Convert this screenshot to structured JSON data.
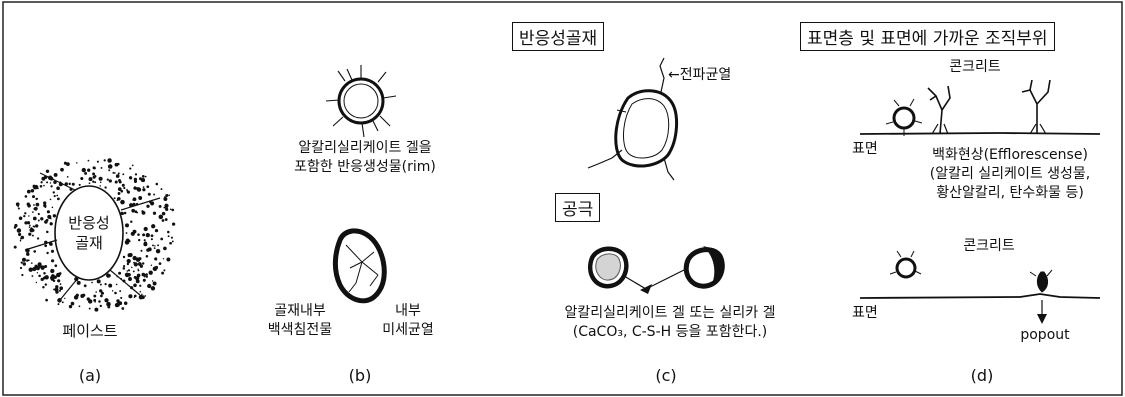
{
  "panel_a": {
    "center_text": [
      "반응성",
      "골재"
    ],
    "bottom_label": "페이스트",
    "caption": "(a)"
  },
  "panel_b": {
    "top_label": [
      "알칼리실리케이트 겔을",
      "포함한 반응생성물(rim)"
    ],
    "left_label": [
      "골재내부",
      "백색침전물"
    ],
    "right_label": [
      "내부",
      "미세균열"
    ],
    "caption": "(b)"
  },
  "panel_c": {
    "header": "반응성골재",
    "crack_label": "←전파균열",
    "pore_header": "공극",
    "bottom_label": [
      "알칼리실리케이트 겔 또는 실리카 겔",
      "(CaCO₃, C-S-H 등을 포함한다.)"
    ],
    "caption": "(c)"
  },
  "panel_d": {
    "header": "표면층 및 표면에 가까운 조직부위",
    "concrete_top": "콘크리트",
    "surface_top": "표면",
    "efflorescence": [
      "백화현상(Efflorescense)",
      "(알칼리 실리케이트 생성물,",
      "황산알칼리, 탄수화물 등)"
    ],
    "concrete_bottom": "콘크리트",
    "surface_bottom": "표면",
    "popout": "popout",
    "caption": "(d)"
  }
}
